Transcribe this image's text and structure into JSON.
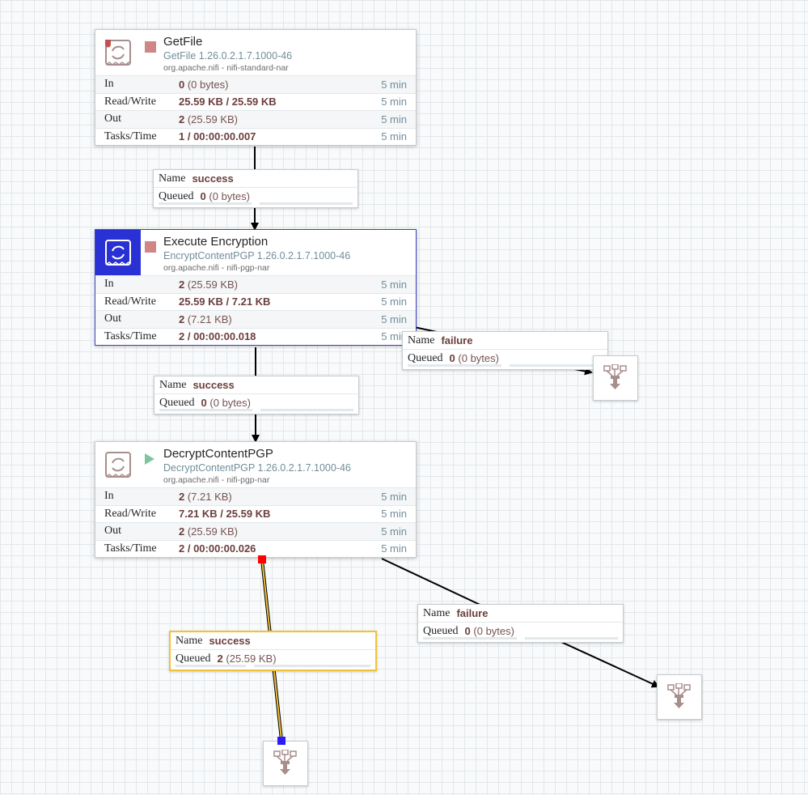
{
  "processors": [
    {
      "name": "GetFile",
      "type": "GetFile 1.26.0.2.1.7.1000-46",
      "bundle": "org.apache.nifi - nifi-standard-nar",
      "state": "stopped",
      "stats": [
        {
          "label": "In",
          "value": "0",
          "detail": " (0 bytes)",
          "age": "5 min"
        },
        {
          "label": "Read/Write",
          "value": "25.59 KB / 25.59 KB",
          "detail": "",
          "age": "5 min"
        },
        {
          "label": "Out",
          "value": "2",
          "detail": " (25.59 KB)",
          "age": "5 min"
        },
        {
          "label": "Tasks/Time",
          "value": "1 / 00:00:00.007",
          "detail": "",
          "age": "5 min"
        }
      ]
    },
    {
      "name": "Execute Encryption",
      "type": "EncryptContentPGP 1.26.0.2.1.7.1000-46",
      "bundle": "org.apache.nifi - nifi-pgp-nar",
      "state": "stopped",
      "stats": [
        {
          "label": "In",
          "value": "2",
          "detail": " (25.59 KB)",
          "age": "5 min"
        },
        {
          "label": "Read/Write",
          "value": "25.59 KB / 7.21 KB",
          "detail": "",
          "age": "5 min"
        },
        {
          "label": "Out",
          "value": "2",
          "detail": " (7.21 KB)",
          "age": "5 min"
        },
        {
          "label": "Tasks/Time",
          "value": "2 / 00:00:00.018",
          "detail": "",
          "age": "5 min"
        }
      ]
    },
    {
      "name": "DecryptContentPGP",
      "type": "DecryptContentPGP 1.26.0.2.1.7.1000-46",
      "bundle": "org.apache.nifi - nifi-pgp-nar",
      "state": "running",
      "stats": [
        {
          "label": "In",
          "value": "2",
          "detail": " (7.21 KB)",
          "age": "5 min"
        },
        {
          "label": "Read/Write",
          "value": "7.21 KB / 25.59 KB",
          "detail": "",
          "age": "5 min"
        },
        {
          "label": "Out",
          "value": "2",
          "detail": " (25.59 KB)",
          "age": "5 min"
        },
        {
          "label": "Tasks/Time",
          "value": "2 / 00:00:00.026",
          "detail": "",
          "age": "5 min"
        }
      ]
    }
  ],
  "connections": [
    {
      "name_label": "Name",
      "name": "success",
      "queued_label": "Queued",
      "count": "0",
      "size": " (0 bytes)"
    },
    {
      "name_label": "Name",
      "name": "success",
      "queued_label": "Queued",
      "count": "0",
      "size": " (0 bytes)"
    },
    {
      "name_label": "Name",
      "name": "failure",
      "queued_label": "Queued",
      "count": "0",
      "size": " (0 bytes)"
    },
    {
      "name_label": "Name",
      "name": "success",
      "queued_label": "Queued",
      "count": "2",
      "size": " (25.59 KB)"
    },
    {
      "name_label": "Name",
      "name": "failure",
      "queued_label": "Queued",
      "count": "0",
      "size": " (0 bytes)"
    }
  ],
  "colors": {
    "selected_processor_border": "#3b44c7",
    "selected_processor_icon_bg": "#2a31d4",
    "selected_connection_border": "#f0c23a",
    "stopped_state": "#d18686",
    "running_state": "#7dc7a0",
    "source_handle": "#ff0000",
    "target_handle": "#2a1bff"
  }
}
